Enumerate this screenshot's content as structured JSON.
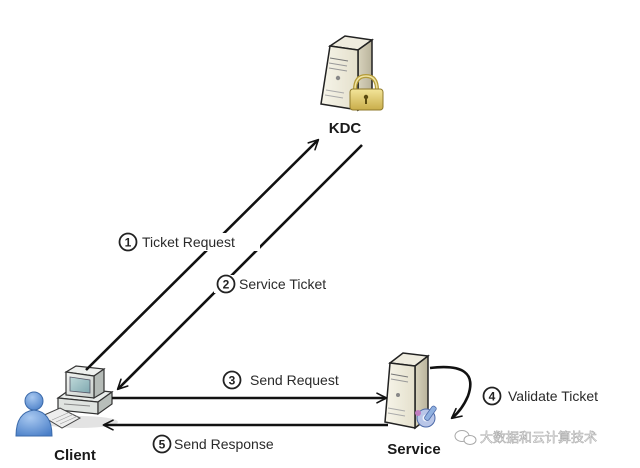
{
  "nodes": {
    "kdc": {
      "label": "KDC",
      "icon": "server-lock-icon"
    },
    "client": {
      "label": "Client",
      "icon": "computer-user-icon"
    },
    "service": {
      "label": "Service",
      "icon": "server-gear-icon"
    }
  },
  "steps": [
    {
      "number": "1",
      "label": "Ticket Request",
      "from": "Client",
      "to": "KDC"
    },
    {
      "number": "2",
      "label": "Service Ticket",
      "from": "KDC",
      "to": "Client"
    },
    {
      "number": "3",
      "label": "Send Request",
      "from": "Client",
      "to": "Service"
    },
    {
      "number": "4",
      "label": "Validate Ticket",
      "from": "Service",
      "to": "Service"
    },
    {
      "number": "5",
      "label": "Send Response",
      "from": "Service",
      "to": "Client"
    }
  ],
  "watermark": {
    "text": "大数据和云计算技术",
    "icon": "wechat-icon"
  },
  "colors": {
    "arrow": "#111111",
    "background": "#ffffff"
  }
}
